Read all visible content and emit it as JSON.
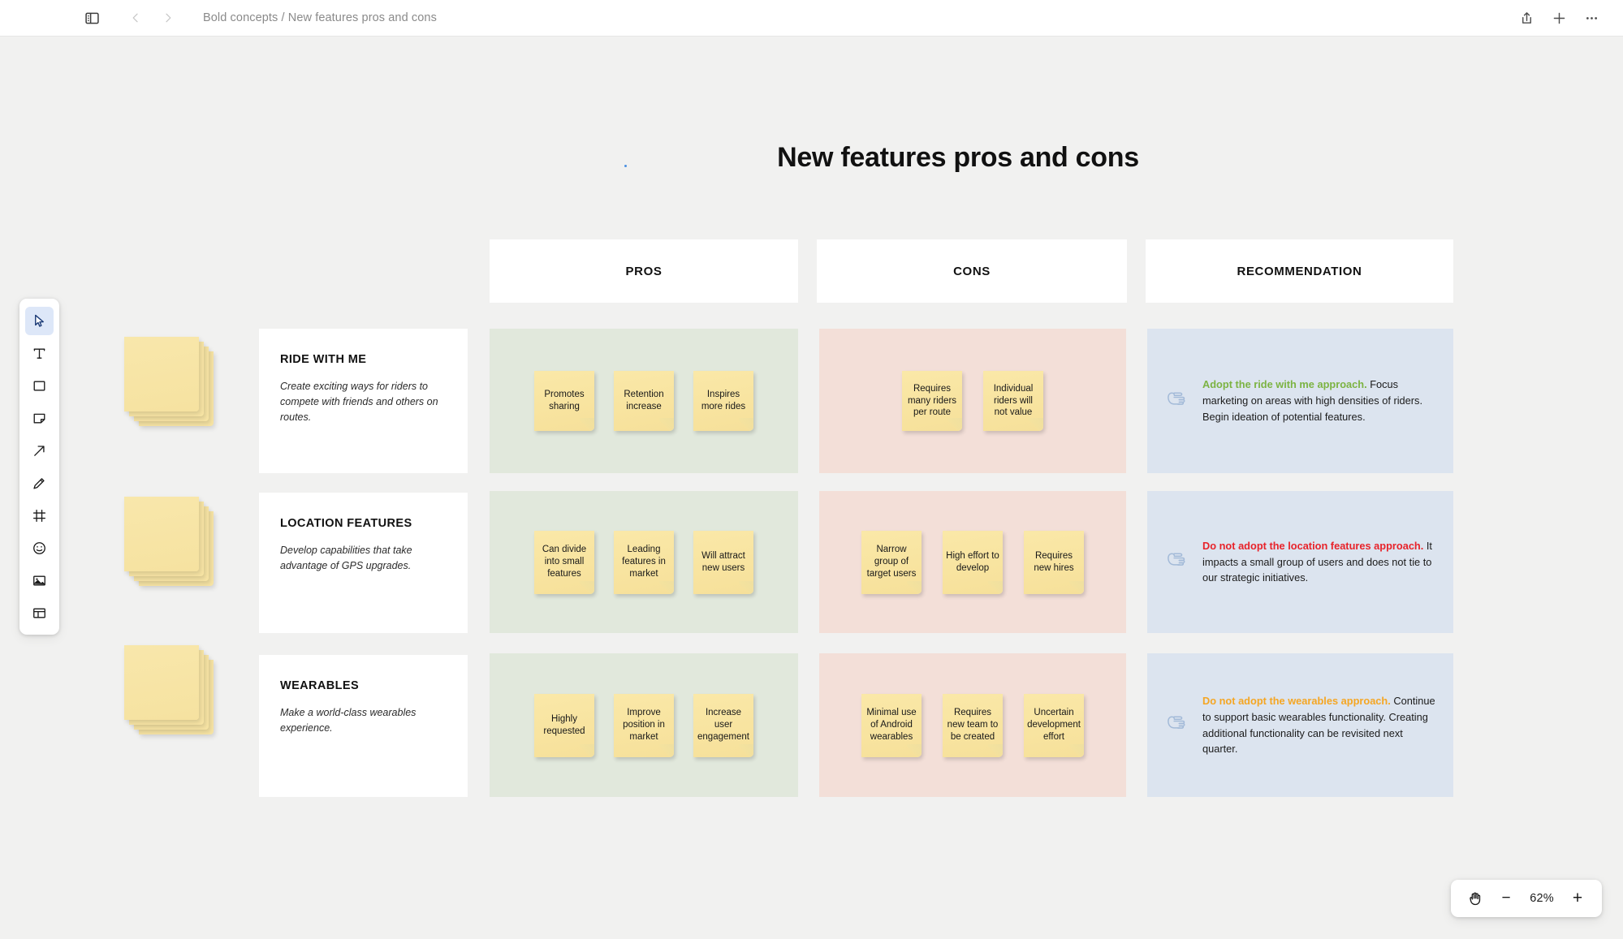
{
  "topbar": {
    "sidebar_toggle": "sidebar-toggle",
    "back": "back",
    "forward": "forward",
    "breadcrumb": "Bold concepts / New features pros and cons",
    "share": "share",
    "add": "add",
    "more": "more"
  },
  "board": {
    "title": "New features pros and cons",
    "columns": [
      {
        "label": "PROS"
      },
      {
        "label": "CONS"
      },
      {
        "label": "RECOMMENDATION"
      }
    ],
    "rows": [
      {
        "title": "RIDE WITH ME",
        "description": "Create exciting ways for riders to compete with friends and others on routes.",
        "pros": [
          "Promotes sharing",
          "Retention increase",
          "Inspires more rides"
        ],
        "cons": [
          "Requires many riders per route",
          "Individual riders will not value"
        ],
        "recommendation": {
          "lead": "Adopt the ride with me approach.",
          "lead_color": "#7cb342",
          "body": " Focus marketing on areas with high densities of riders. Begin ideation of potential features."
        }
      },
      {
        "title": "LOCATION FEATURES",
        "description": "Develop capabilities that take advantage of GPS upgrades.",
        "pros": [
          "Can divide into small features",
          "Leading features in market",
          "Will attract new users"
        ],
        "cons": [
          "Narrow group of target users",
          "High effort to develop",
          "Requires new hires"
        ],
        "recommendation": {
          "lead": "Do not adopt the location features approach.",
          "lead_color": "#e8232a",
          "body": " It impacts a small group of users and does not tie to our strategic initiatives."
        }
      },
      {
        "title": "WEARABLES",
        "description": "Make a world-class wearables experience.",
        "pros": [
          "Highly requested",
          "Improve position in market",
          "Increase user engagement"
        ],
        "cons": [
          "Minimal use of Android wearables",
          "Requires new team to be created",
          "Uncertain development effort"
        ],
        "recommendation": {
          "lead": "Do not adopt the wearables approach.",
          "lead_color": "#f5a623",
          "body": " Continue to support basic wearables functionality. Creating additional functionality can be revisited next quarter."
        }
      }
    ]
  },
  "toolbar": {
    "items": [
      {
        "name": "select-tool",
        "active": true
      },
      {
        "name": "text-tool",
        "active": false
      },
      {
        "name": "shape-tool",
        "active": false
      },
      {
        "name": "sticky-note-tool",
        "active": false
      },
      {
        "name": "arrow-tool",
        "active": false
      },
      {
        "name": "pen-tool",
        "active": false
      },
      {
        "name": "frame-tool",
        "active": false
      },
      {
        "name": "emoji-tool",
        "active": false
      },
      {
        "name": "image-tool",
        "active": false
      },
      {
        "name": "template-tool",
        "active": false
      }
    ]
  },
  "zoom_control": {
    "hand_tool": "hand-tool",
    "zoom_out": "−",
    "level": "62%",
    "zoom_in": "+"
  },
  "colors": {
    "pros_bg": "#e1e8dc",
    "cons_bg": "#f3dfd8",
    "rec_bg": "#dce4ef",
    "sticky": "#f8e4a0",
    "canvas": "#f1f1f0",
    "accent": "#dde7f8"
  }
}
